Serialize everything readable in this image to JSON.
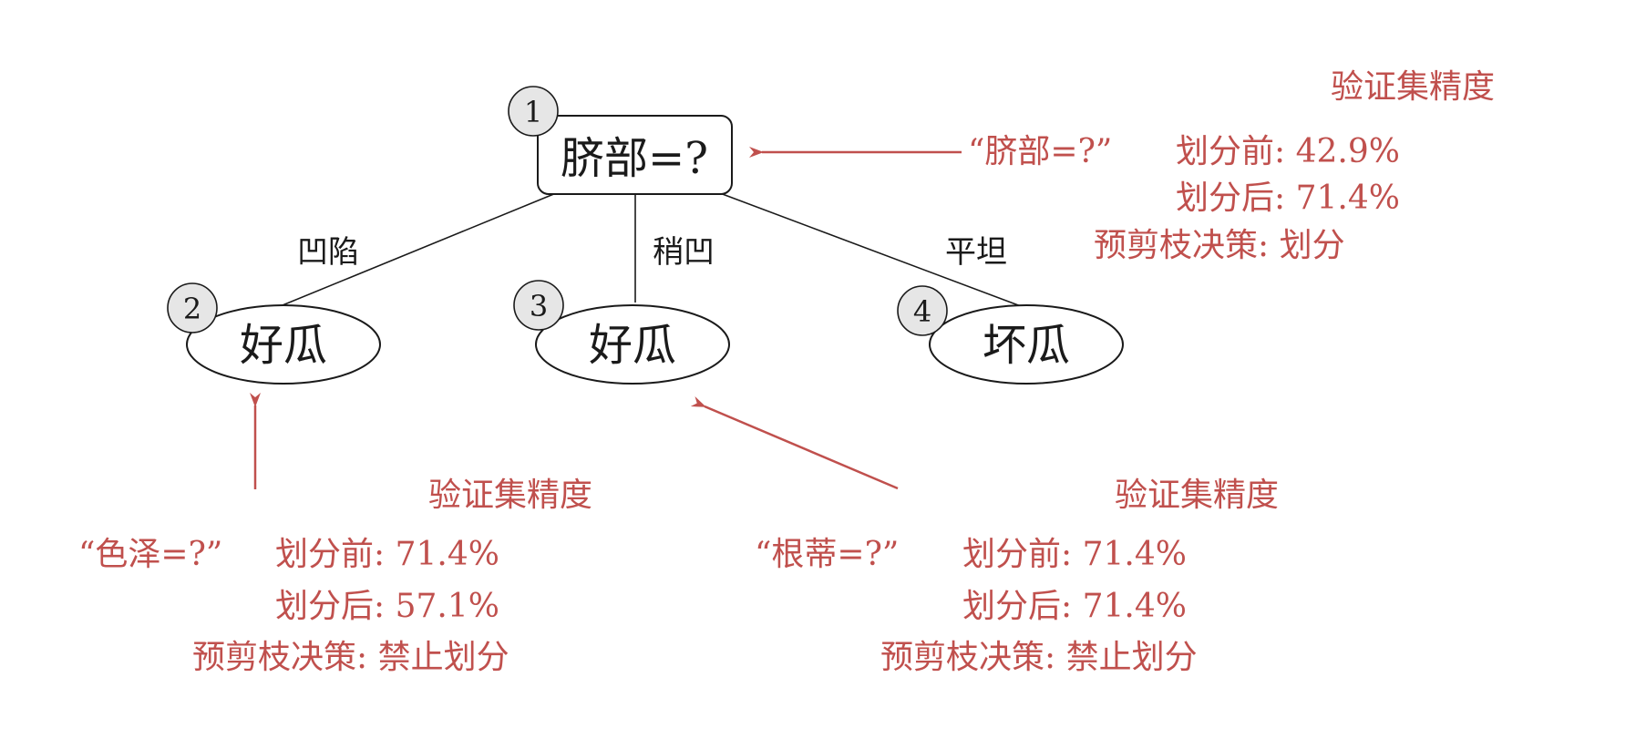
{
  "tree": {
    "root": {
      "number": "1",
      "label": "脐部=?"
    },
    "children": [
      {
        "number": "2",
        "label": "好瓜",
        "edge_label": "凹陷"
      },
      {
        "number": "3",
        "label": "好瓜",
        "edge_label": "稍凹"
      },
      {
        "number": "4",
        "label": "坏瓜",
        "edge_label": "平坦"
      }
    ]
  },
  "annotations": {
    "root": {
      "header": "验证集精度",
      "split_attr": "“脐部=?”",
      "before": "划分前: 42.9%",
      "after": "划分后: 71.4%",
      "decision": "预剪枝决策: 划分"
    },
    "left": {
      "header": "验证集精度",
      "split_attr": "“色泽=?”",
      "before": "划分前: 71.4%",
      "after": "划分后: 57.1%",
      "decision": "预剪枝决策: 禁止划分"
    },
    "middle": {
      "header": "验证集精度",
      "split_attr": "“根蒂=?”",
      "before": "划分前: 71.4%",
      "after": "划分后: 71.4%",
      "decision": "预剪枝决策: 禁止划分"
    }
  },
  "colors": {
    "annotation_red": "#c0504d",
    "number_circle_fill": "#e6e6e6",
    "ink": "#1a1a1a"
  }
}
